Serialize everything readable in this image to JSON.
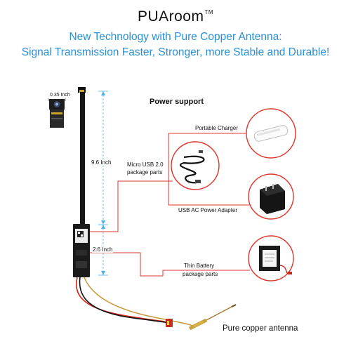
{
  "brand": {
    "name": "PUAroom",
    "trademark": "TM"
  },
  "headline": {
    "line1": "New Technology with Pure Copper Antenna:",
    "line2": "Signal Transmission Faster,  Stronger, more Stable and Durable!"
  },
  "camera_label": "0.35 Inch",
  "dimensions": {
    "antenna_length": "9.6 Inch",
    "board_length": "2.6 Inch"
  },
  "power_support": {
    "title": "Power support",
    "usb_label_line1": "Micro USB 2.0",
    "usb_label_line2": "package parts",
    "options": [
      "Portable Charger",
      "USB AC Power Adapter"
    ]
  },
  "battery": {
    "label_line1": "Thin Battery",
    "label_line2": "package parts"
  },
  "antenna_label": "Pure copper antenna",
  "colors": {
    "headline": "#2a8fd6",
    "callout_red": "#e0352b",
    "dimension_line": "#4fb3e8"
  },
  "icons": [
    "camera-module-icon",
    "usb-cable-icon",
    "power-bank-icon",
    "ac-adapter-icon",
    "battery-icon",
    "copper-antenna-icon"
  ]
}
